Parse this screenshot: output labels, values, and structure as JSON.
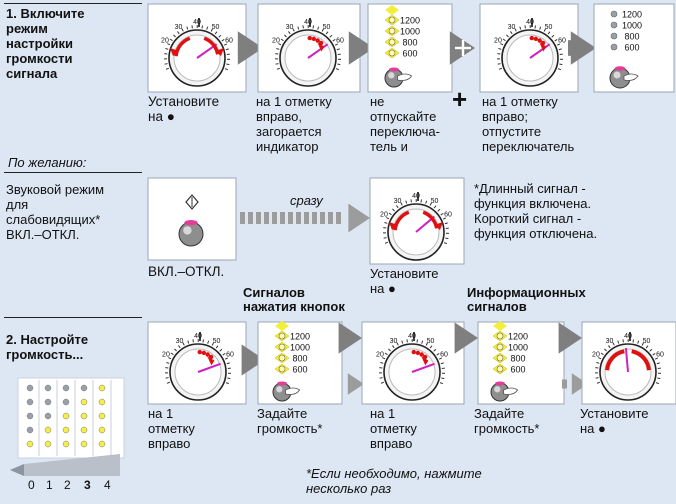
{
  "colors": {
    "background": "#dde6f3",
    "arrow": "#7f7f7f",
    "accent_red": "#e01010",
    "accent_magenta": "#d020c0",
    "led_yellow": "#f2ee3a",
    "led_gray": "#9aa0a8"
  },
  "step1": {
    "title": "1.  Включите\n     режим\n     настройки\n     громкости\n     сигнала",
    "captions": [
      "Установите\nна ●",
      "на 1 отметку\nвправо,\nзагорается\nиндикатор",
      "не\nотпускайте\nпереключа-\nтель и",
      "на 1 отметку\nвправо;\nотпустите\nпереключатель"
    ],
    "plus": "+"
  },
  "optional": {
    "label": "По желанию:"
  },
  "sound_mode": {
    "title": "Звуковой режим\nдля\nслабовидящих*\nВКЛ.–ОТКЛ.",
    "onoff_caption": "ВКЛ.–ОТКЛ.",
    "arrow_label": "сразу",
    "set_caption": "Установите\nна ●",
    "note": "*Длинный сигнал -\nфункция включена.\nКороткий сигнал -\nфункция отключена."
  },
  "step2": {
    "title": "2.  Настройте\n     громкость...",
    "section_buttons": "Сигналов\nнажатия кнопок",
    "section_info": "Информационных\nсигналов",
    "captions": [
      "на 1\nотметку\nвправо",
      "Задайте\nгромкость*",
      "на 1\nотметку\nвправо",
      "Задайте\nгромкость*",
      "Установите\nна ●"
    ],
    "scale": [
      "0",
      "1",
      "2",
      "3",
      "4"
    ],
    "footnote": "*Если необходимо, нажмите\nнесколько раз"
  },
  "dial": {
    "labels": [
      "20",
      "30",
      "40",
      "50",
      "60"
    ],
    "marks": [
      "I",
      "I"
    ]
  },
  "indicators": {
    "levels": [
      "1200",
      "1000",
      "800",
      "600"
    ]
  }
}
